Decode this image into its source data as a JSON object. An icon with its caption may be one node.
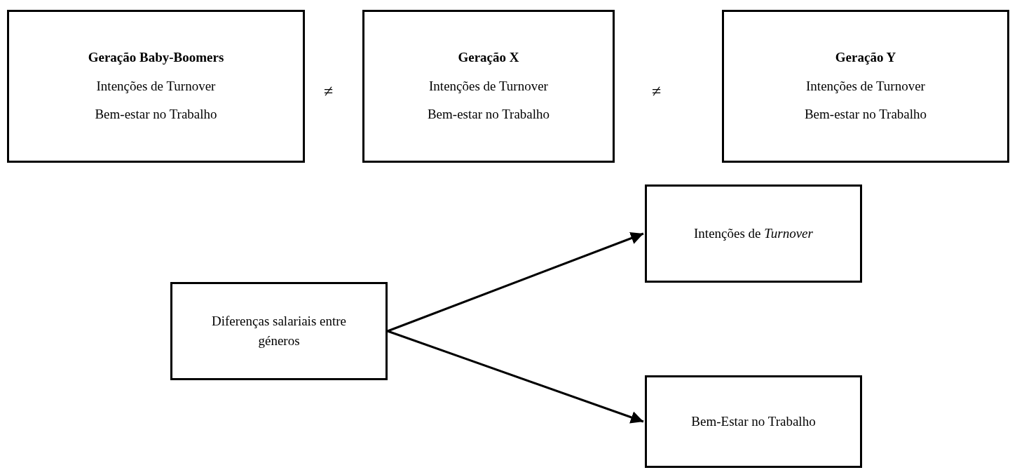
{
  "diagram": {
    "nodes": [
      {
        "text": [
          "Geração Baby-Boomers",
          "Intenções de Turnover",
          "Bem-estar no Trabalho"
        ]
      },
      {
        "text": [
          "Geração X",
          "Intenções de Turnover",
          "Bem-estar no Trabalho"
        ]
      },
      {
        "text": [
          "Geração Y",
          "Intenções de Turnover",
          "Bem-estar no Trabalho"
        ]
      },
      {
        "text": [
          "Diferenças salariais entre géneros"
        ]
      },
      {
        "text": [
          "Intenções de *Turnover*"
        ]
      },
      {
        "text": [
          "Bem-Estar no Trabalho"
        ]
      }
    ],
    "edges": [
      {
        "from": 3,
        "to": 4,
        "arrow": "to"
      },
      {
        "from": 3,
        "to": 5,
        "arrow": "to"
      }
    ],
    "labels": [
      "≠",
      "≠"
    ]
  }
}
